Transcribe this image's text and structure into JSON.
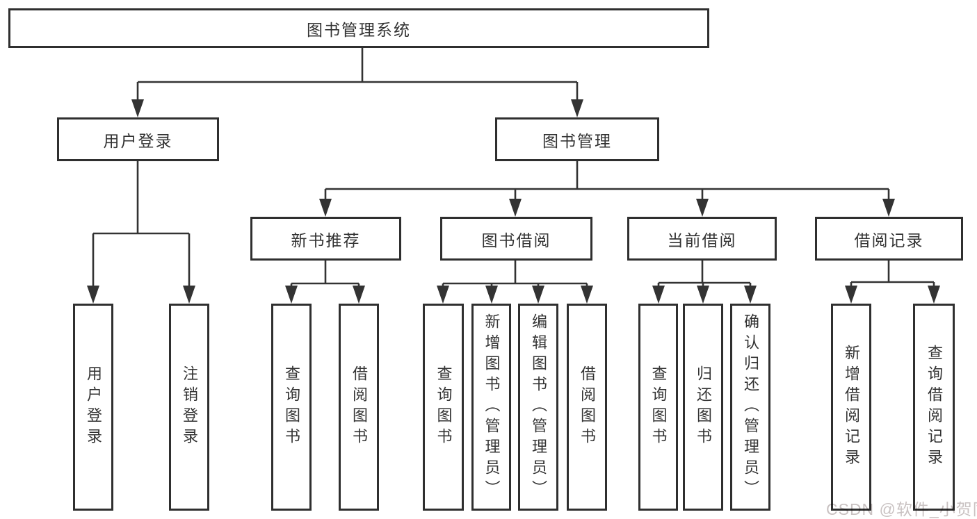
{
  "diagram_title": "图书管理系统",
  "tree": {
    "label": "图书管理系统",
    "children": [
      {
        "label": "用户登录",
        "children": [
          {
            "label": "用户登录"
          },
          {
            "label": "注销登录"
          }
        ]
      },
      {
        "label": "图书管理",
        "children": [
          {
            "label": "新书推荐",
            "children": [
              {
                "label": "查询图书"
              },
              {
                "label": "借阅图书"
              }
            ]
          },
          {
            "label": "图书借阅",
            "children": [
              {
                "label": "查询图书"
              },
              {
                "label": "新增图书（管理员）"
              },
              {
                "label": "编辑图书（管理员）"
              },
              {
                "label": "借阅图书"
              }
            ]
          },
          {
            "label": "当前借阅",
            "children": [
              {
                "label": "查询图书"
              },
              {
                "label": "归还图书"
              },
              {
                "label": "确认归还（管理员）"
              }
            ]
          },
          {
            "label": "借阅记录",
            "children": [
              {
                "label": "新增借阅记录"
              },
              {
                "label": "查询借阅记录"
              }
            ]
          }
        ]
      }
    ]
  },
  "watermark": {
    "text": "CSDN @软件_小贺同学",
    "color": "#c9c2c2"
  },
  "colors": {
    "line": "#333333",
    "box_border": "#2f2f2f",
    "text": "#333333",
    "background": "#ffffff"
  }
}
